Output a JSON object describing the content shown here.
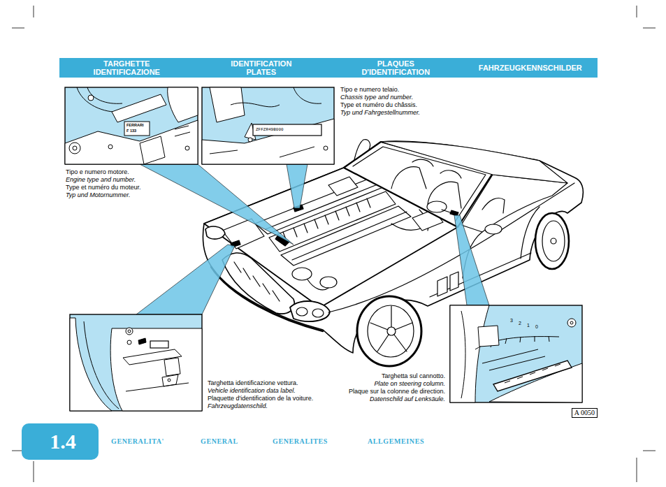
{
  "diagram": {
    "nodes": [
      {
        "text": [
          "TARGHETTE IDENTIFICAZIONE",
          "IDENTIFICATION PLATES",
          "PLAQUES D'IDENTIFICATION",
          "FAHRZEUGKENNSCHILDER"
        ]
      },
      {
        "text": [
          "1.4"
        ]
      },
      {
        "text": [
          "A 0050"
        ]
      }
    ],
    "labels": [
      "Tipo e numero telaio.",
      "Chassis type and number.",
      "Type et numéro du châssis.",
      "Typ und Fahrgestellnummer.",
      "Tipo e numero motore.",
      "Engine type and number.",
      "Type et numéro du moteur.",
      "Typ und Motornummer.",
      "Targhetta identificazione vettura.",
      "Vehicle identification data label.",
      "Plaquette d'identification de la voiture.",
      "Fahrzeugdatenschild.",
      "Targhetta sul cannotto.",
      "Plate on steering column.",
      "Plaque sur la colonne de direction.",
      "Datenschild auf Lenksäule.",
      "GENERALITA'",
      "GENERAL",
      "GENERALITES",
      "ALLGEMEINES",
      "FERRARI",
      "F 133",
      "ZFFZR49B000",
      "3",
      "2",
      "1",
      "0"
    ]
  }
}
